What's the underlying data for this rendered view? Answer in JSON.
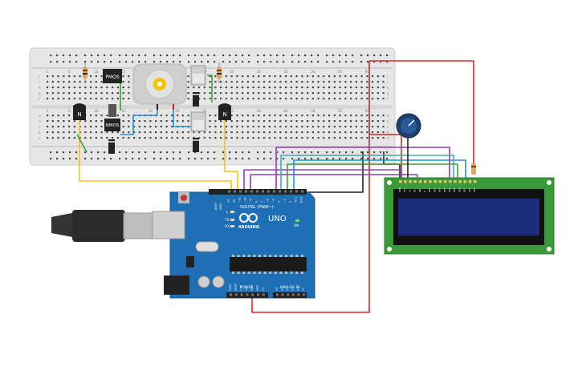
{
  "breadboard": {
    "pmos_label": "PMOS",
    "nmos_label": "NMOS",
    "npn_label_left": "N",
    "npn_label_right": "N",
    "col_numbers": [
      "1",
      "5",
      "10",
      "15",
      "20",
      "25",
      "30",
      "35",
      "40",
      "45",
      "50",
      "55",
      "60"
    ],
    "row_letters_top": [
      "j",
      "i",
      "h",
      "g",
      "f"
    ],
    "row_letters_bottom": [
      "e",
      "d",
      "c",
      "b",
      "a"
    ]
  },
  "arduino": {
    "brand": "UNO",
    "logo_text": "ARDUINO",
    "digital_label": "DIGITAL (PWM~)",
    "power_label": "POWER",
    "analog_label": "ANALOG IN",
    "aref_label": "AREF",
    "gnd_label": "GND",
    "tx_label": "TX",
    "rx_label": "RX",
    "l_label": "L",
    "on_label": "ON",
    "top_pins": [
      "13",
      "12",
      "~11",
      "~10",
      "~9",
      "8",
      "7",
      "~6",
      "~5",
      "4",
      "~3",
      "2",
      "TX 1",
      "RX 0"
    ],
    "power_pins": [
      "IOREF",
      "RESET",
      "3.3V",
      "5V",
      "GND",
      "GND",
      "Vin"
    ],
    "analog_pins": [
      "A0",
      "A1",
      "A2",
      "A3",
      "A4",
      "A5"
    ]
  },
  "lcd": {
    "pin_labels": [
      "GND",
      "VCC",
      "V0",
      "RS",
      "RW",
      "E",
      "DB0",
      "DB1",
      "DB2",
      "DB3",
      "DB4",
      "DB5",
      "DB6",
      "DB7",
      "LED",
      "LED"
    ]
  },
  "colors": {
    "breadboard": "#e6e6e6",
    "arduino_board": "#1f6fb5",
    "lcd_board": "#3a9a3a",
    "lcd_screen": "#1d2c7a",
    "wire_red": "#d42a2a",
    "wire_yellow": "#f0c419",
    "wire_green": "#3aa13a",
    "wire_blue": "#2a8fd4",
    "wire_purple": "#8b3fb5",
    "wire_teal": "#3ab0b0",
    "wire_black": "#222222"
  }
}
